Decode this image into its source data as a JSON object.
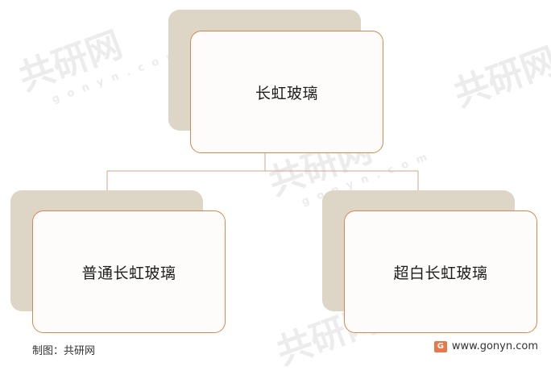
{
  "diagram": {
    "root": {
      "label": "长虹玻璃"
    },
    "children": [
      {
        "label": "普通长虹玻璃"
      },
      {
        "label": "超白长虹玻璃"
      }
    ]
  },
  "watermark": {
    "brand": "共研网",
    "url": "g o n y n . c o m"
  },
  "footer": {
    "credit": "制图：共研网",
    "logo_glyph": "G",
    "site": "www.gonyn.com"
  }
}
